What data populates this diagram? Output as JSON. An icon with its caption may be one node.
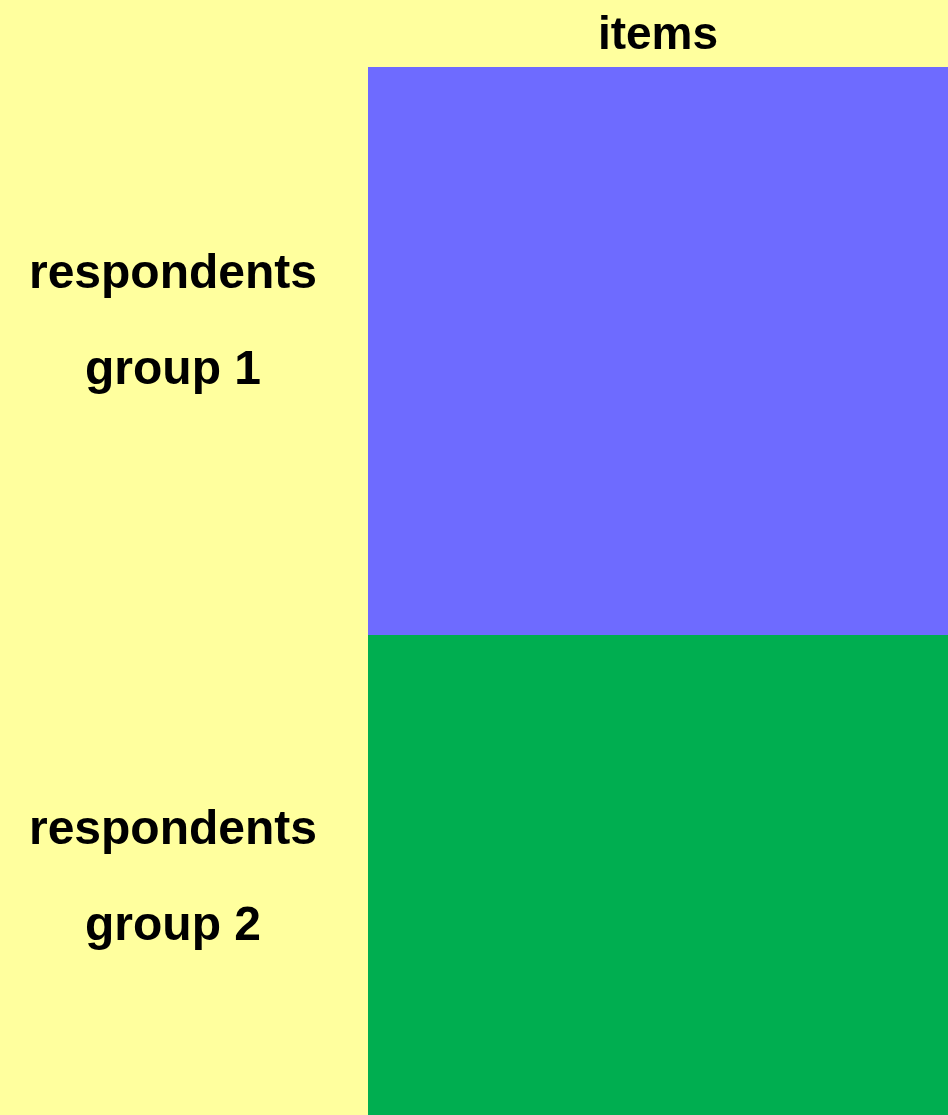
{
  "diagram": {
    "nodes": [
      {
        "text": [],
        "shape": "box",
        "beside": [
          "respondents group 1"
        ]
      },
      {
        "text": [],
        "shape": "box",
        "beside": [
          "respondents group 2"
        ]
      }
    ],
    "labels": [
      "items"
    ]
  }
}
